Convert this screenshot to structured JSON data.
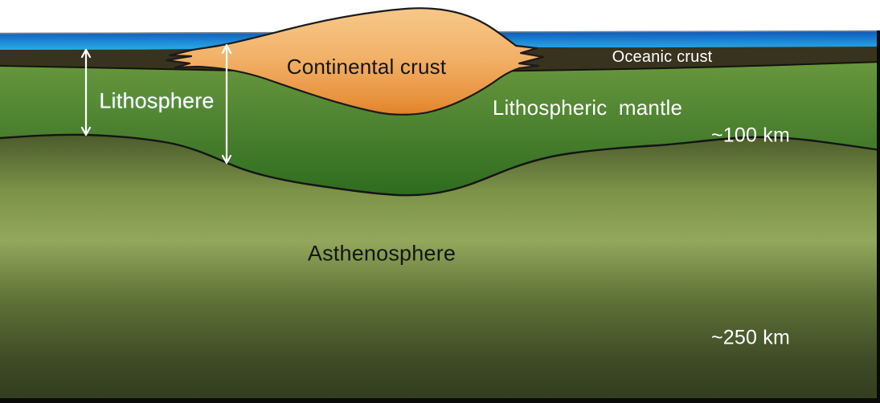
{
  "diagram": {
    "type": "geology-cross-section",
    "labels": {
      "continental_crust": "Continental crust",
      "oceanic_crust": "Oceanic crust",
      "lithosphere": "Lithosphere",
      "lithospheric_mantle": "Lithospheric mantle",
      "asthenosphere": "Asthenosphere",
      "depth_100km": "~100 km",
      "depth_250km": "~250 km"
    },
    "colors": {
      "sky": "#ffffff",
      "ocean_top": "#0f55b4",
      "ocean_mid": "#1e8ad8",
      "ocean_bottom": "#2cb9e9",
      "water_surface_line": "#76808e",
      "oceanic_crust_fill": "#37331f",
      "oceanic_crust_outline": "#15130a",
      "mantle_top": "#6e9c41",
      "mantle_bottom": "#2d6a1f",
      "asthenosphere_top": "#49592a",
      "asthenosphere_upper": "#7c9348",
      "asthenosphere_bright": "#93a75c",
      "asthenosphere_mid": "#5f7237",
      "asthenosphere_deep": "#3e4926",
      "asthenosphere_bottom": "#333d1f",
      "continental_top": "#f7c88a",
      "continental_upper": "#f2b269",
      "continental_lower": "#e8923d",
      "continental_bottom": "#df7f25",
      "outline": "#1b1b1b",
      "boundary_line": "#141414",
      "arrow": "#ffffff",
      "frame": "#0a0a0a"
    }
  }
}
